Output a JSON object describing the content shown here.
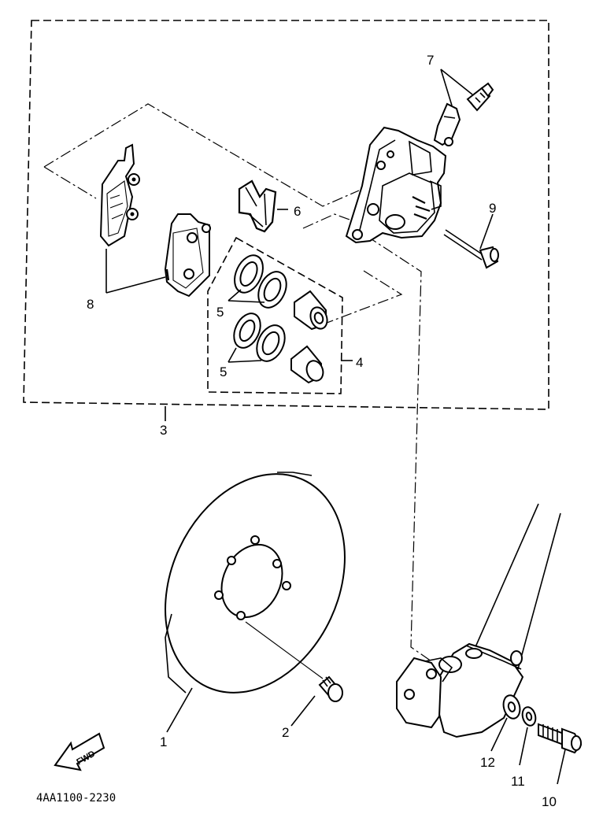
{
  "diagram_code": "4AA1100-2230",
  "fwd_label": "FWD",
  "callouts": {
    "c1": "1",
    "c2": "2",
    "c3": "3",
    "c4": "4",
    "c5a": "5",
    "c5b": "5",
    "c6": "6",
    "c7": "7",
    "c8": "8",
    "c9": "9",
    "c10": "10",
    "c11": "11",
    "c12": "12"
  }
}
